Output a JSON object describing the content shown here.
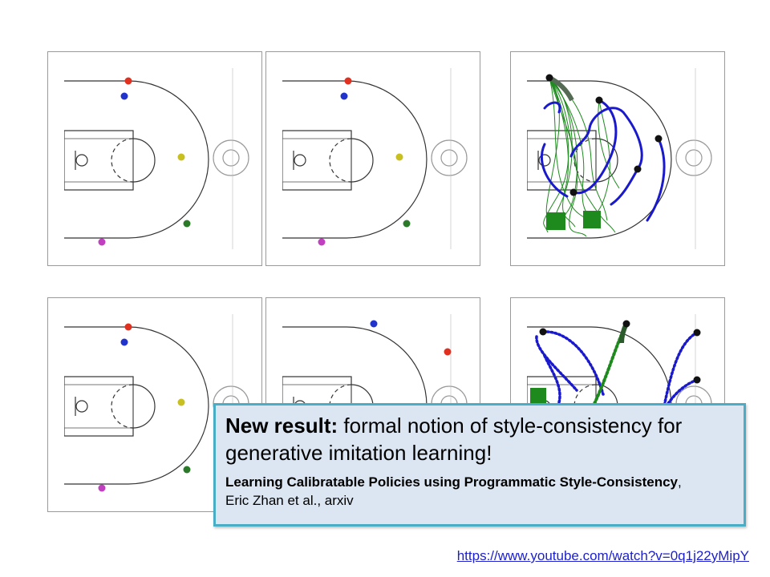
{
  "callout": {
    "headline_bold": "New result:",
    "headline_rest": " formal notion of style-consistency for generative imitation learning!",
    "ref_title": "Learning Calibratable Policies using Programmatic Style-Consistency",
    "ref_sep": ",",
    "ref_authors": "Eric Zhan et al., arxiv"
  },
  "link": {
    "url_text": "https://www.youtube.com/watch?v=0q1j22yMipY"
  },
  "colors": {
    "player_red": "#e03020",
    "player_blue": "#2233cc",
    "player_yellow": "#c8c020",
    "player_green": "#2a7a2a",
    "player_magenta": "#c040c0",
    "traj_blue": "#1a1acc",
    "traj_green": "#1e8a1e",
    "callout_border": "#4bacc6",
    "callout_fill": "#dce6f2",
    "link": "#1f22cc"
  }
}
